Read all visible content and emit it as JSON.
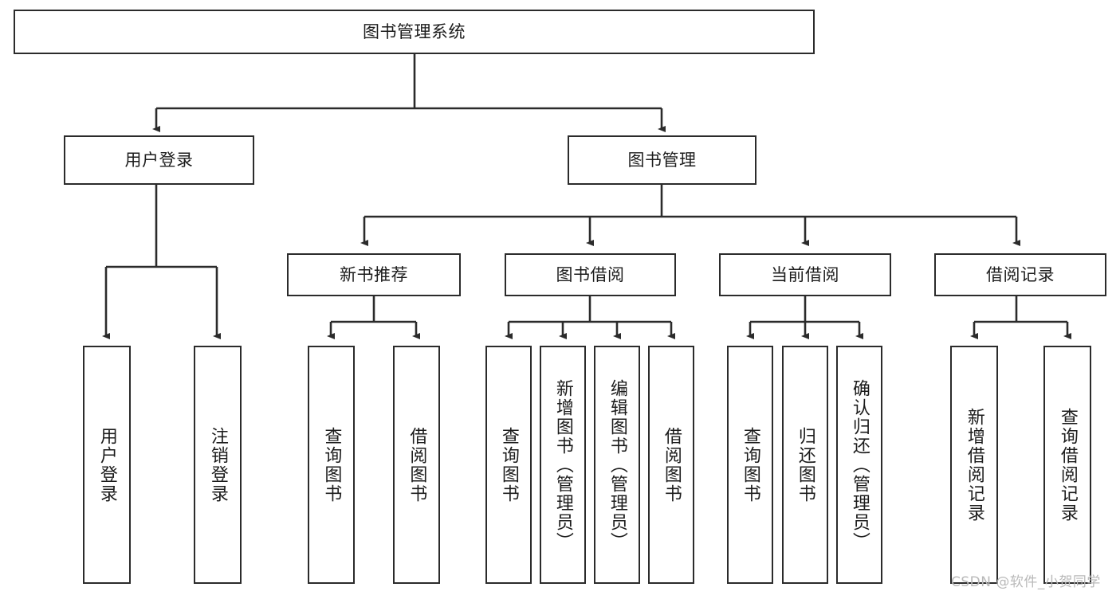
{
  "diagram": {
    "title": "图书管理系统",
    "watermark": "CSDN @软件_小贺同学",
    "colors": {
      "background": "#ffffff",
      "border": "#2b2b2b",
      "text": "#1c1c1c",
      "edge": "#2b2b2b",
      "watermark": "#b9b9b9"
    }
  },
  "nodes": {
    "root": {
      "label": "图书管理系统"
    },
    "level2": [
      {
        "id": "user-login",
        "label": "用户登录"
      },
      {
        "id": "book-manage",
        "label": "图书管理"
      }
    ],
    "level3": [
      {
        "id": "new-book-recommend",
        "label": "新书推荐"
      },
      {
        "id": "book-borrow",
        "label": "图书借阅"
      },
      {
        "id": "current-borrow",
        "label": "当前借阅"
      },
      {
        "id": "borrow-record",
        "label": "借阅记录"
      }
    ],
    "leaves": {
      "user_login": [
        {
          "id": "leaf-user-login",
          "label": "用户登录"
        },
        {
          "id": "leaf-logout-login",
          "label": "注销登录"
        }
      ],
      "new_book_recommend": [
        {
          "id": "leaf-query-book-1",
          "label": "查询图书"
        },
        {
          "id": "leaf-borrow-book-1",
          "label": "借阅图书"
        }
      ],
      "book_borrow": [
        {
          "id": "leaf-query-book-2",
          "label": "查询图书"
        },
        {
          "id": "leaf-add-book",
          "label": "新增图书（管理员）"
        },
        {
          "id": "leaf-edit-book",
          "label": "编辑图书（管理员）"
        },
        {
          "id": "leaf-borrow-book-2",
          "label": "借阅图书"
        }
      ],
      "current_borrow": [
        {
          "id": "leaf-query-book-3",
          "label": "查询图书"
        },
        {
          "id": "leaf-return-book",
          "label": "归还图书"
        },
        {
          "id": "leaf-confirm-return",
          "label": "确认归还（管理员）"
        }
      ],
      "borrow_record": [
        {
          "id": "leaf-add-borrow-record",
          "label": "新增借阅记录"
        },
        {
          "id": "leaf-query-borrow-record",
          "label": "查询借阅记录"
        }
      ]
    }
  }
}
